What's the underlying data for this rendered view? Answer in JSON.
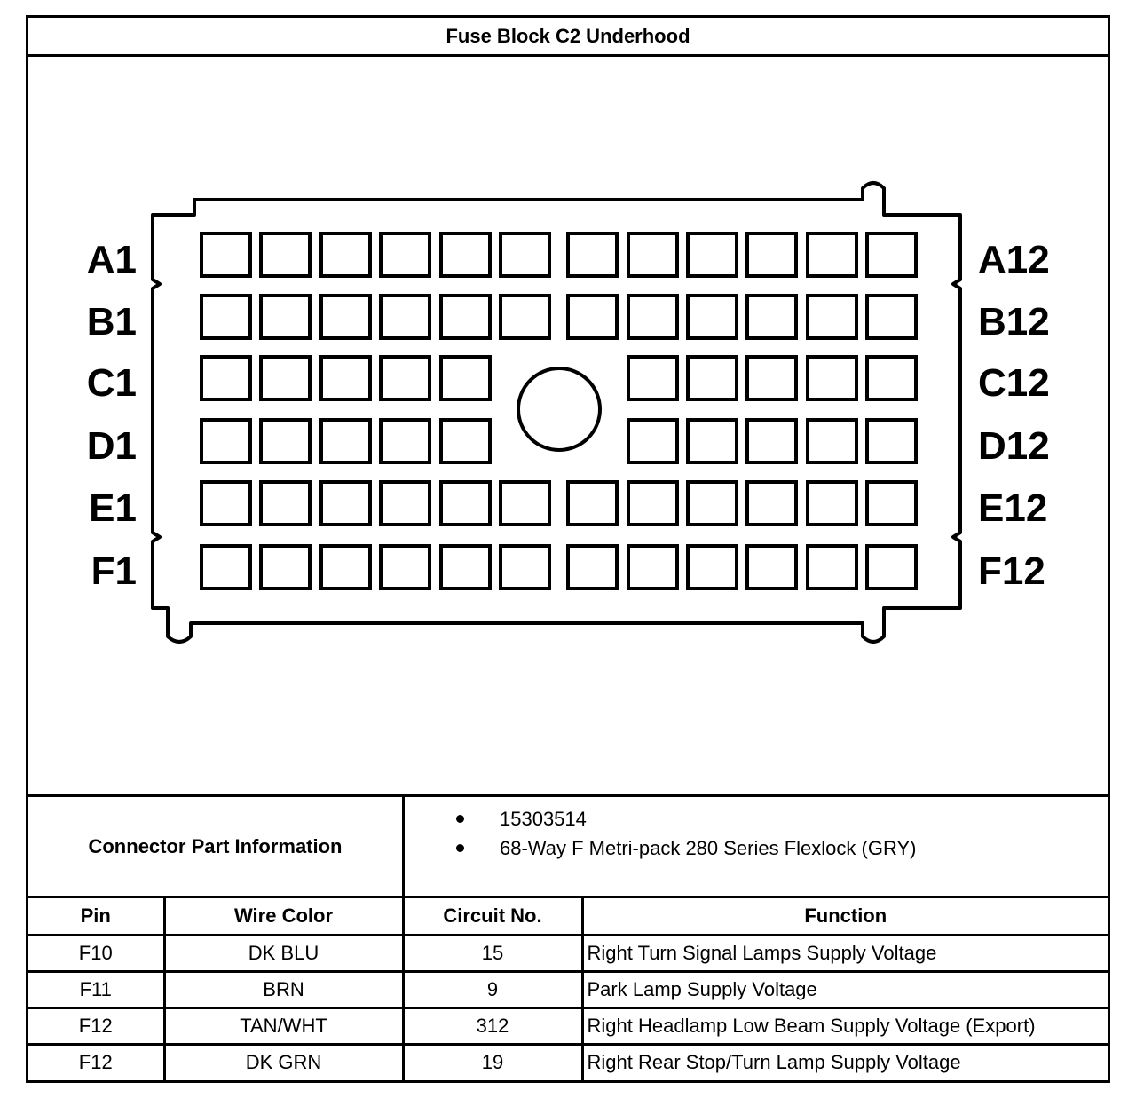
{
  "title": "Fuse Block C2 Underhood",
  "connector": {
    "row_labels_left": [
      "A1",
      "B1",
      "C1",
      "D1",
      "E1",
      "F1"
    ],
    "row_labels_right": [
      "A12",
      "B12",
      "C12",
      "D12",
      "E12",
      "F12"
    ],
    "rows": 6,
    "columns": 12,
    "center_post": "circle"
  },
  "part_info": {
    "label": "Connector Part Information",
    "items": [
      "15303514",
      "68-Way F Metri-pack 280 Series Flexlock (GRY)"
    ]
  },
  "table": {
    "headers": [
      "Pin",
      "Wire Color",
      "Circuit No.",
      "Function"
    ],
    "rows": [
      {
        "pin": "F10",
        "wire": "DK BLU",
        "circuit": "15",
        "function": "Right Turn Signal Lamps Supply Voltage"
      },
      {
        "pin": "F11",
        "wire": "BRN",
        "circuit": "9",
        "function": "Park Lamp Supply Voltage"
      },
      {
        "pin": "F12",
        "wire": "TAN/WHT",
        "circuit": "312",
        "function": "Right Headlamp Low Beam Supply Voltage (Export)"
      },
      {
        "pin": "F12",
        "wire": "DK GRN",
        "circuit": "19",
        "function": "Right Rear Stop/Turn Lamp Supply Voltage"
      }
    ]
  }
}
